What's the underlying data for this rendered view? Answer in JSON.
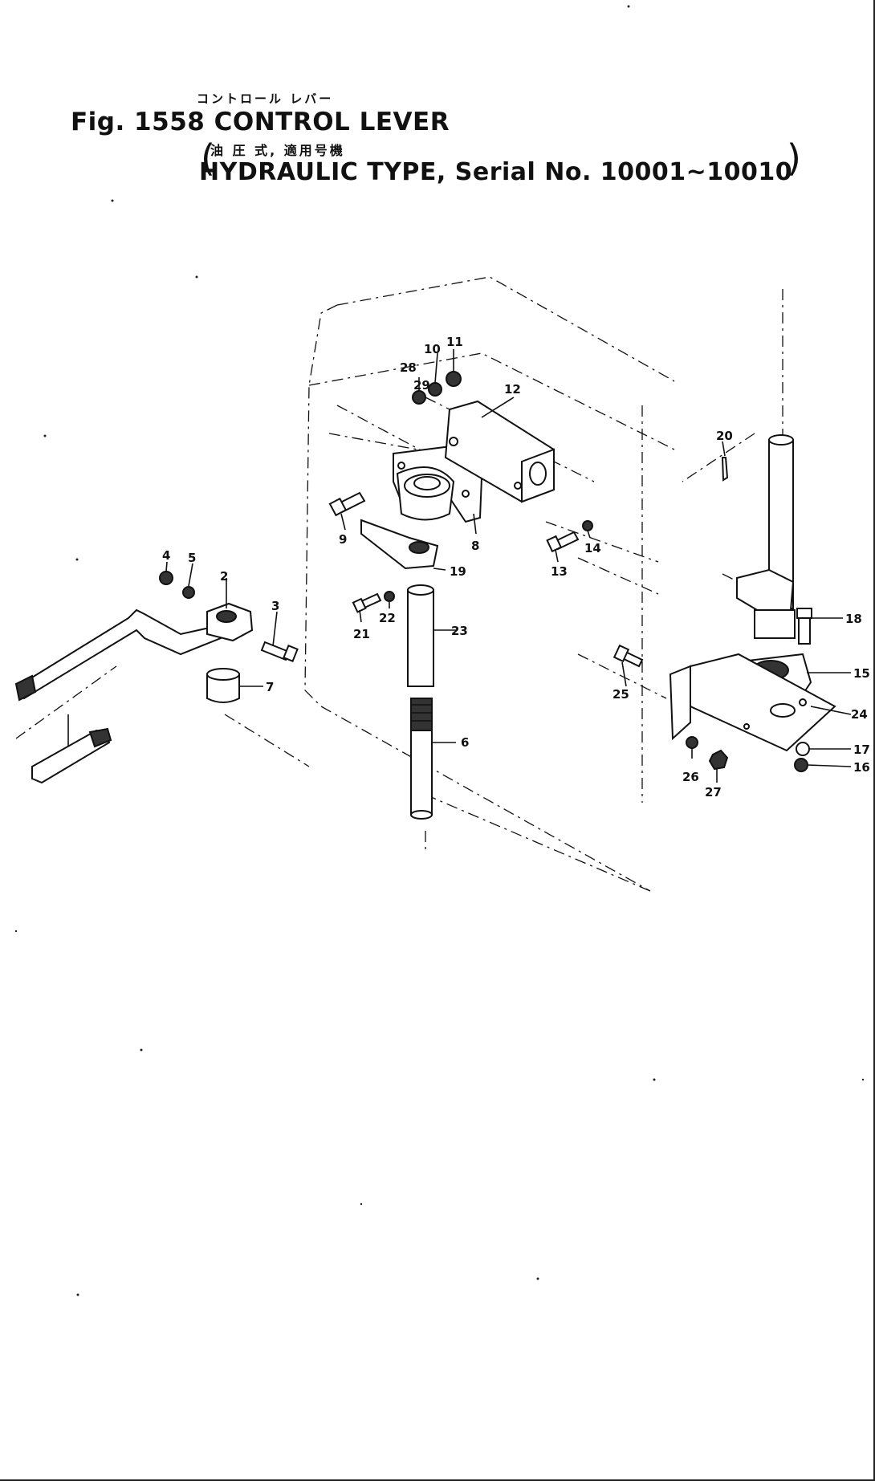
{
  "figure": {
    "title_jp_katakana": "コントロール レバー",
    "title": "Fig. 1558 CONTROL LEVER",
    "subtitle_jp": "油 圧 式, 適用号機",
    "subtitle": "HYDRAULIC TYPE, Serial No. 10001~10010"
  },
  "callouts": {
    "c2": "2",
    "c3": "3",
    "c4": "4",
    "c5": "5",
    "c6": "6",
    "c7": "7",
    "c8": "8",
    "c9": "9",
    "c10": "10",
    "c11": "11",
    "c12": "12",
    "c13": "13",
    "c14": "14",
    "c15": "15",
    "c16": "16",
    "c17": "17",
    "c18": "18",
    "c19": "19",
    "c20": "20",
    "c21": "21",
    "c22": "22",
    "c23": "23",
    "c24": "24",
    "c25": "25",
    "c26": "26",
    "c27": "27",
    "c28": "28",
    "c29": "29"
  }
}
